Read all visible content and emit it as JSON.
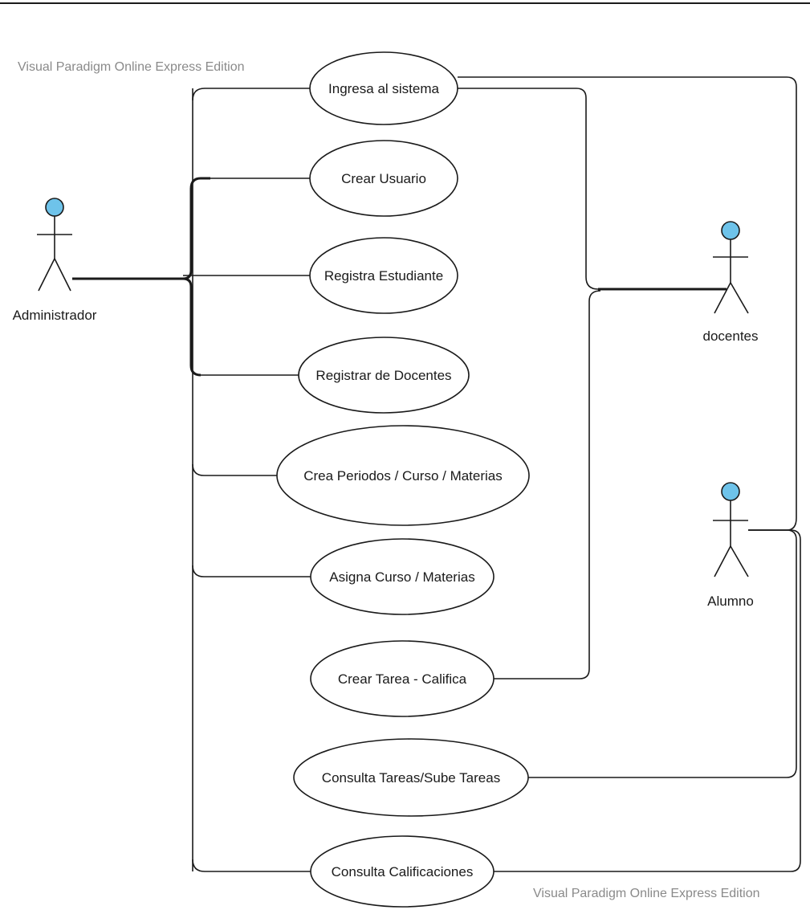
{
  "watermark": "Visual Paradigm Online Express Edition",
  "actor_head_color": "#6ec3ea",
  "actors": {
    "administrador": "Administrador",
    "docentes": "docentes",
    "alumno": "Alumno"
  },
  "use_cases": {
    "ingresa": "Ingresa al sistema",
    "crear_usuario": "Crear Usuario",
    "registra_estudiante": "Registra Estudiante",
    "registrar_docentes": "Registrar de Docentes",
    "crea_periodos": "Crea Periodos / Curso / Materias",
    "asigna_curso": "Asigna Curso / Materias",
    "crear_tarea": "Crear Tarea - Califica",
    "consulta_tareas": "Consulta Tareas/Sube Tareas",
    "consulta_calificaciones": "Consulta Calificaciones"
  }
}
